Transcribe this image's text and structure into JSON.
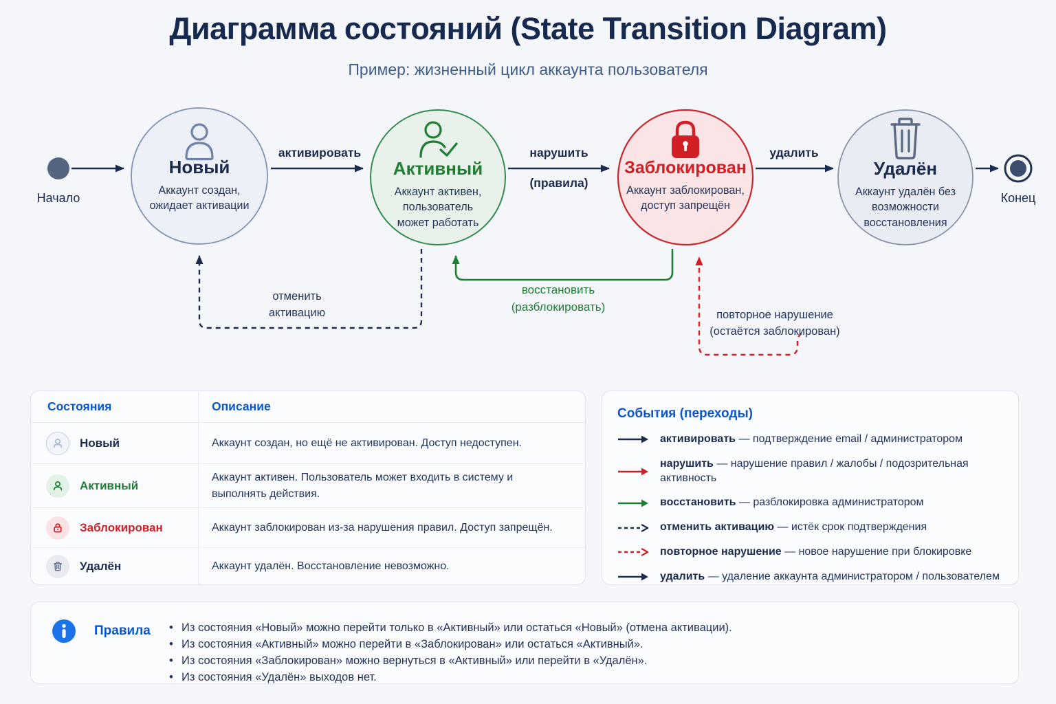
{
  "header": {
    "title": "Диаграмма состояний (State Transition Diagram)",
    "subtitle": "Пример: жизненный цикл аккаунта пользователя"
  },
  "colors": {
    "navy": "#1b2b4d",
    "accent_blue": "#0b57d0",
    "red": "#d21f26",
    "green": "#1e7e34",
    "slate": "#55647f",
    "background": "#f4f6f9"
  },
  "diagram": {
    "start_label": "Начало",
    "end_label": "Конец",
    "states": [
      {
        "name": "Новый",
        "description": "Аккаунт создан, ожидает активации",
        "icon": "person-icon"
      },
      {
        "name": "Активный",
        "description": "Аккаунт активен, пользователь может работать",
        "icon": "person-check-icon"
      },
      {
        "name": "Заблокирован",
        "description": "Аккаунт заблокирован, доступ запрещён",
        "icon": "lock-icon"
      },
      {
        "name": "Удалён",
        "description": "Аккаунт удалён без возможности восстановления",
        "icon": "trash-icon"
      }
    ],
    "transitions": {
      "activate": "активировать",
      "violate_top": "нарушить",
      "violate_bottom": "(правила)",
      "delete": "удалить",
      "cancel_activation": "отменить активацию",
      "restore": "восстановить (разблокировать)",
      "repeat_violation": "повторное нарушение (остаётся заблокирован)"
    }
  },
  "states_table": {
    "headers": {
      "state": "Состояния",
      "description": "Описание"
    },
    "rows": [
      {
        "name": "Новый",
        "description": "Аккаунт создан, но ещё не активирован. Доступ недоступен."
      },
      {
        "name": "Активный",
        "description": "Аккаунт активен. Пользователь может входить в систему и выполнять действия."
      },
      {
        "name": "Заблокирован",
        "description": "Аккаунт заблокирован из-за нарушения правил. Доступ запрещён."
      },
      {
        "name": "Удалён",
        "description": "Аккаунт удалён. Восстановление невозможно."
      }
    ]
  },
  "events_panel": {
    "title": "События (переходы)",
    "items": [
      {
        "name": "активировать",
        "description": "— подтверждение email / администратором",
        "arrow": "solid-navy"
      },
      {
        "name": "нарушить",
        "description": "— нарушение правил / жалобы / подозрительная активность",
        "arrow": "solid-red"
      },
      {
        "name": "восстановить",
        "description": "— разблокировка администратором",
        "arrow": "solid-green"
      },
      {
        "name": "отменить активацию",
        "description": "— истёк срок подтверждения",
        "arrow": "dashed-navy"
      },
      {
        "name": "повторное нарушение",
        "description": "— новое нарушение при блокировке",
        "arrow": "dashed-red"
      },
      {
        "name": "удалить",
        "description": "— удаление аккаунта администратором / пользователем",
        "arrow": "solid-navy"
      }
    ]
  },
  "rules_panel": {
    "title": "Правила",
    "items": [
      "Из состояния «Новый» можно перейти только в «Активный» или остаться «Новый» (отмена активации).",
      "Из состояния «Активный» можно перейти в «Заблокирован» или остаться «Активный».",
      "Из состояния «Заблокирован» можно вернуться в «Активный» или перейти в «Удалён».",
      "Из состояния «Удалён» выходов нет."
    ]
  }
}
